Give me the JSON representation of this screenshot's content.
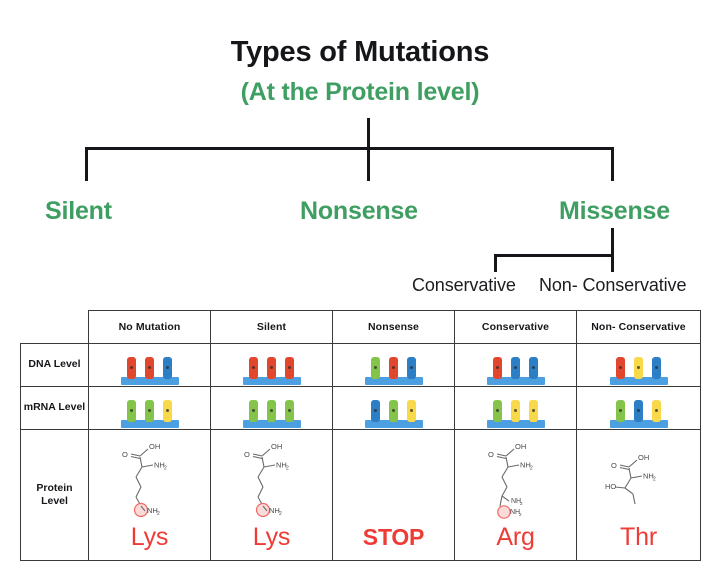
{
  "header": {
    "title": "Types of Mutations",
    "subtitle": "(At the Protein level)"
  },
  "colors": {
    "green_accent": "#3f9e62",
    "red_accent": "#ef3b36",
    "line": "#16161a",
    "dna_red": "#e0472e",
    "dna_blue": "#2c7fc4",
    "rna_green": "#85c44a",
    "rna_yellow": "#f7d94a",
    "strand_blue": "#4c9fe0"
  },
  "tree": {
    "level1": [
      {
        "label": "Silent"
      },
      {
        "label": "Nonsense"
      },
      {
        "label": "Missense"
      }
    ],
    "level2": [
      {
        "label": "Conservative"
      },
      {
        "label": "Non- Conservative"
      }
    ]
  },
  "table": {
    "corner": "",
    "columns": [
      "No Mutation",
      "Silent",
      "Nonsense",
      "Conservative",
      "Non- Conservative"
    ],
    "rows": [
      {
        "label": "DNA Level",
        "cells": [
          {
            "bases": [
              "red",
              "red",
              "blue"
            ]
          },
          {
            "bases": [
              "red",
              "red",
              "red"
            ]
          },
          {
            "bases": [
              "green",
              "red",
              "blue"
            ]
          },
          {
            "bases": [
              "red",
              "blue",
              "blue"
            ]
          },
          {
            "bases": [
              "red",
              "yellow",
              "blue"
            ]
          }
        ]
      },
      {
        "label": "mRNA Level",
        "cells": [
          {
            "bases": [
              "green",
              "green",
              "yellow"
            ]
          },
          {
            "bases": [
              "green",
              "green",
              "green"
            ]
          },
          {
            "bases": [
              "blue",
              "green",
              "yellow"
            ]
          },
          {
            "bases": [
              "green",
              "yellow",
              "yellow"
            ]
          },
          {
            "bases": [
              "green",
              "blue",
              "yellow"
            ]
          }
        ]
      },
      {
        "label": "Protein\nLevel",
        "label_lines": [
          "Protein",
          "Level"
        ],
        "cells": [
          {
            "structure": "lysine",
            "amino_acid": "Lys",
            "bold": false
          },
          {
            "structure": "lysine",
            "amino_acid": "Lys",
            "bold": false
          },
          {
            "structure": "none",
            "amino_acid": "STOP",
            "bold": true
          },
          {
            "structure": "arginine",
            "amino_acid": "Arg",
            "bold": false
          },
          {
            "structure": "threonine",
            "amino_acid": "Thr",
            "bold": false
          }
        ]
      }
    ]
  },
  "structure_labels": {
    "oh": "OH",
    "o": "O",
    "nh2": "NH",
    "nh2_sub": "2",
    "ho": "HO"
  }
}
